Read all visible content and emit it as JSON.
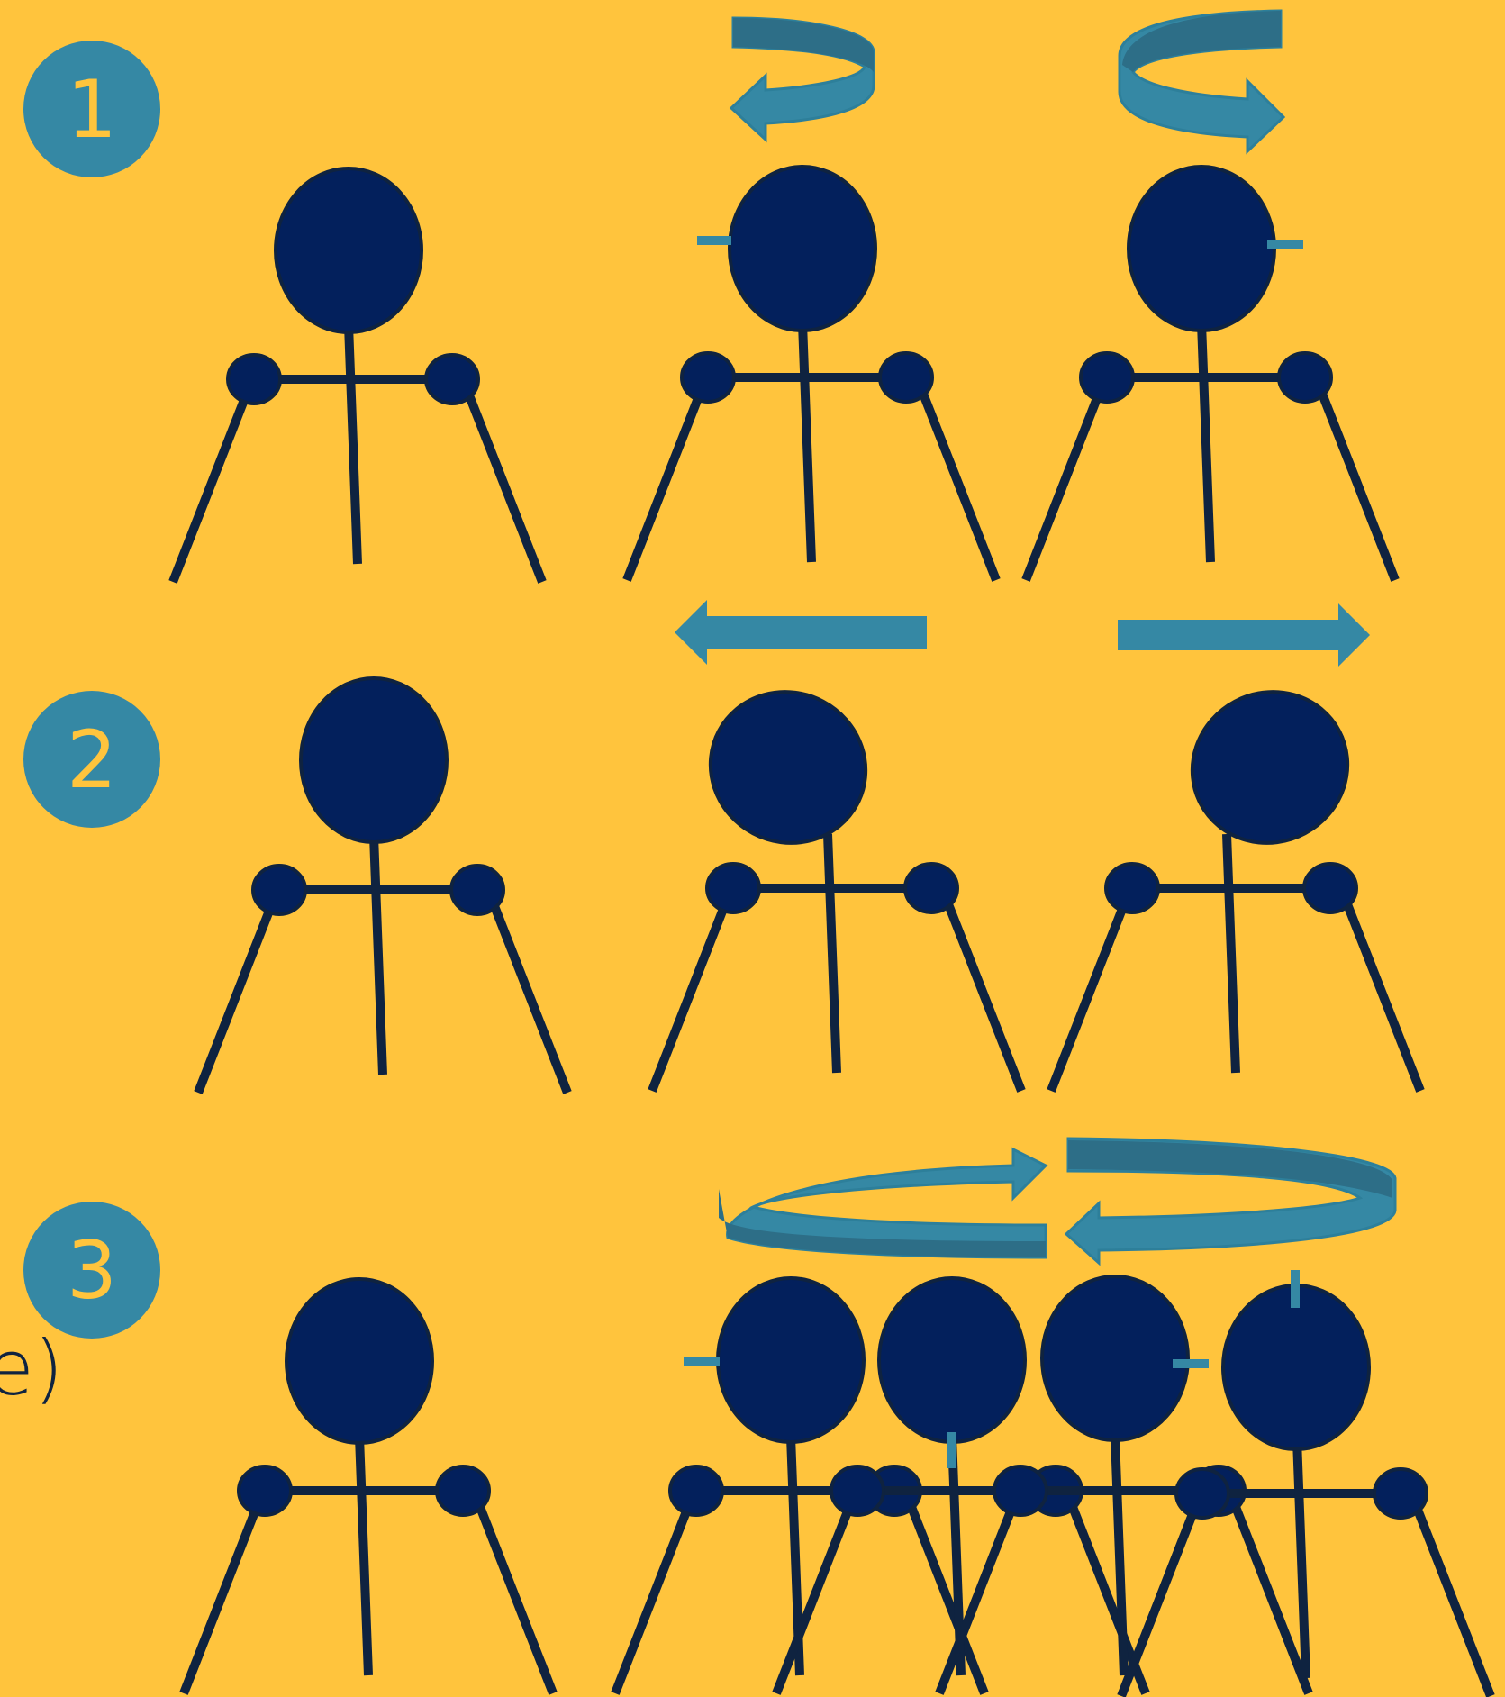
{
  "steps": [
    {
      "label": "1"
    },
    {
      "label": "2"
    },
    {
      "label": "3"
    }
  ],
  "edge_text": "e)",
  "colors": {
    "background": "#FFC43D",
    "figure": "#03205C",
    "line": "#0F2340",
    "arrow": "#3588A4",
    "arrow_dark": "#2D6E87",
    "badge": "#3588A4",
    "badge_text": "#FFC43D"
  },
  "icons": [
    "rotate-ccw-arrow-icon",
    "rotate-cw-arrow-icon",
    "left-arrow-icon",
    "right-arrow-icon",
    "circle-rotation-arrow-icon"
  ]
}
